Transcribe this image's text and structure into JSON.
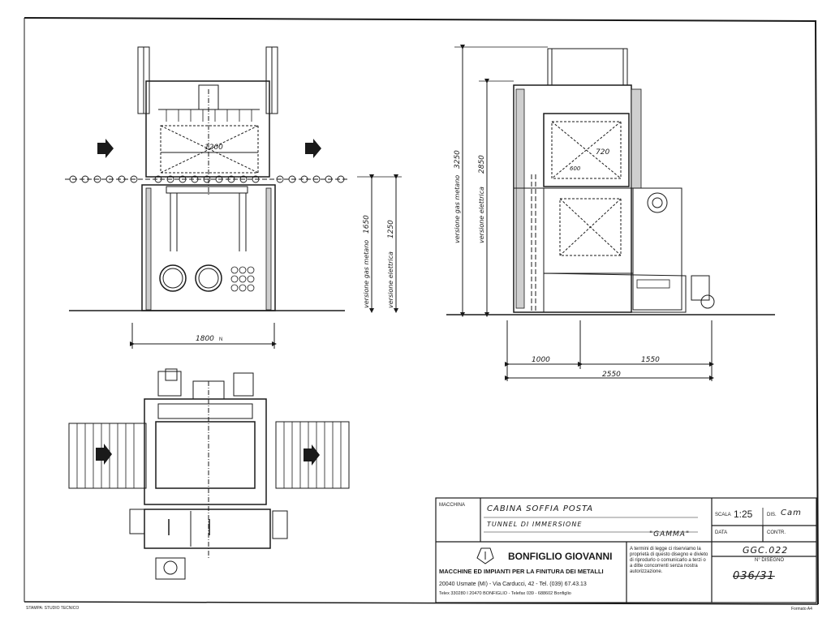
{
  "dimensions": {
    "front_width": "1800",
    "front_hood": "1200",
    "gas_version_label": "versione gas metano",
    "gas_version_value": "1650",
    "elec_version_label": "versione elettrica",
    "elec_version_value": "1250",
    "side_gas_height": "3250",
    "side_elec_height": "2850",
    "side_inner_width": "720",
    "side_inner_height": "600",
    "side_left": "1000",
    "side_right": "1550",
    "side_total": "2550",
    "unit_suffix": "N"
  },
  "title_block": {
    "machine_label": "MACCHINA",
    "machine_name_line1": "CABINA SOFFIA POSTA",
    "machine_name_line2": "TUNNEL DI IMMERSIONE",
    "machine_model": "\"GAMMA\"",
    "company_name": "BONFIGLIO GIOVANNI",
    "company_subtitle": "MACCHINE ED IMPIANTI PER LA FINITURA DEI METALLI",
    "company_address": "20040 Usmate (MI) - Via Carducci, 42 - Tel. (039) 67.43.13",
    "company_address2": "Telex 330280 I 20470 BONFIGLIO - Telefax 039 - 688602 Bonfiglio",
    "legal_notice": "A termini di legge ci riserviamo la proprietà di questo disegno e divieto di riprodurlo o comunicarlo a terzi o a ditte concorrenti senza nostra autorizzazione.",
    "scale_label": "SCALA",
    "scale_value": "1:25",
    "drawn_label": "DIS.",
    "drawn_value": "Cam",
    "date_label": "DATA",
    "check_label": "CONTR.",
    "drawing_code": "GGC.022",
    "sheet_label": "N° DISEGNO",
    "drawing_number": "036/31"
  },
  "footer": {
    "left_note": "STAMPA: STUDIO TECNICO",
    "right_note": "Formato A4"
  },
  "colors": {
    "ink": "#1a1a1a",
    "paper": "#ffffff"
  }
}
